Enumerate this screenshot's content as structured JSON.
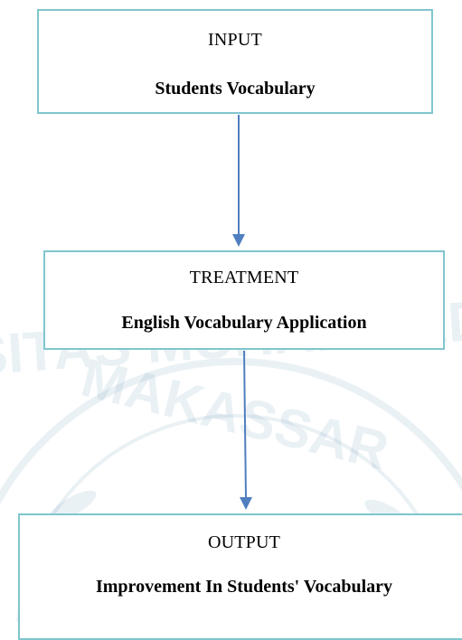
{
  "diagram": {
    "nodes": [
      {
        "label": "INPUT",
        "description": "Students Vocabulary"
      },
      {
        "label": "TREATMENT",
        "description": "English Vocabulary Application"
      },
      {
        "label": "OUTPUT",
        "description": "Improvement In Students' Vocabulary"
      }
    ],
    "edges": [
      {
        "from": "INPUT",
        "to": "TREATMENT"
      },
      {
        "from": "TREATMENT",
        "to": "OUTPUT"
      }
    ],
    "colors": {
      "box_border": "#7fc6ce",
      "arrow": "#4f7fbf",
      "watermark": "#5a8fb0"
    },
    "watermark": {
      "text_lines": [
        "SITAS MUHAMMAD",
        "MAKASSAR"
      ]
    }
  }
}
